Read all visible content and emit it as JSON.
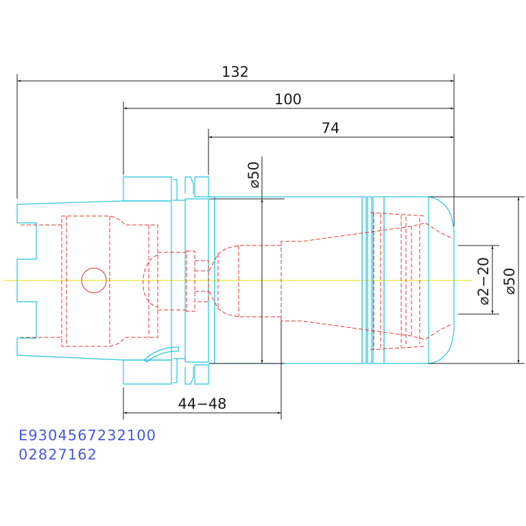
{
  "colors": {
    "outline": "#22c4dc",
    "hidden": "#e03030",
    "dimension": "#1a1a1a",
    "centerline": "#e8e000",
    "code_text": "#4a58d8"
  },
  "dimensions": {
    "overall_length": "132",
    "flange_length": "100",
    "body_length": "74",
    "body_diameter": "⌀50",
    "clamp_range": "⌀2−20",
    "nose_diameter": "⌀50",
    "gauge_length": "44−48"
  },
  "codes": {
    "order_number": "E9304567232100",
    "article_number": "02827162"
  }
}
